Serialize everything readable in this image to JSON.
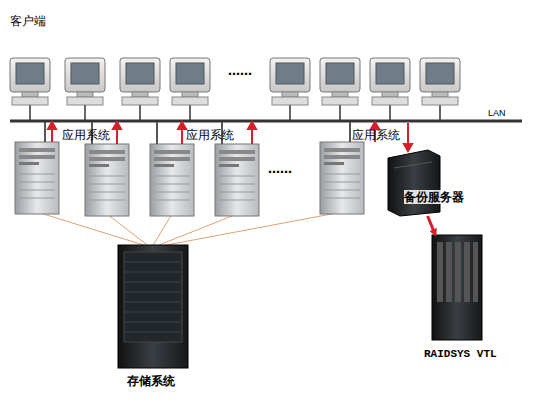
{
  "diagram": {
    "nodes": [
      {
        "text": [
          "备份服务器"
        ]
      },
      {
        "text": [
          "RAIDSYS VTL"
        ]
      },
      {
        "text": [
          "存储系统"
        ]
      }
    ],
    "edges": [
      {
        "from": 0,
        "to": 1,
        "arrow": "to"
      }
    ],
    "labels": [
      "客户端",
      "……",
      "LAN",
      "应用系统",
      "应用系统",
      "应用系统",
      "……"
    ]
  }
}
